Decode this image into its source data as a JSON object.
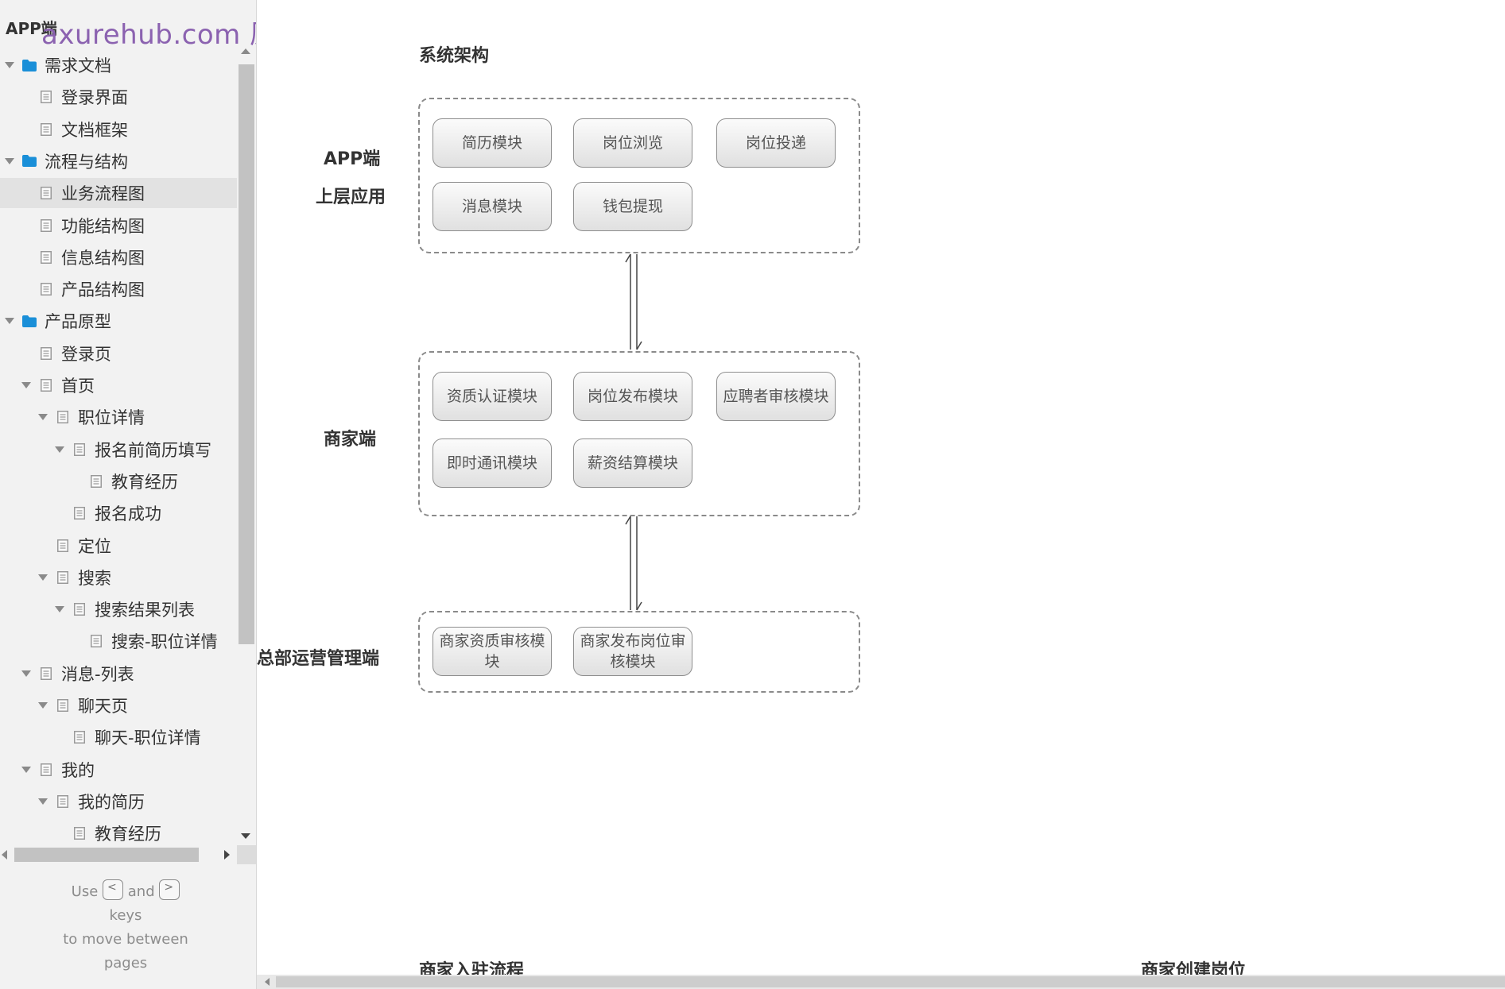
{
  "sidebar": {
    "app_title": "APP端",
    "watermark": "axurehub.com 原型资源站",
    "items": [
      {
        "label": "需求文档",
        "icon": "folder-icon",
        "expanded": true
      },
      {
        "label": "登录界面",
        "icon": "page-icon"
      },
      {
        "label": "文档框架",
        "icon": "page-icon"
      },
      {
        "label": "流程与结构",
        "icon": "folder-icon",
        "expanded": true
      },
      {
        "label": "业务流程图",
        "icon": "page-icon",
        "selected": true
      },
      {
        "label": "功能结构图",
        "icon": "page-icon"
      },
      {
        "label": "信息结构图",
        "icon": "page-icon"
      },
      {
        "label": "产品结构图",
        "icon": "page-icon"
      },
      {
        "label": "产品原型",
        "icon": "folder-icon",
        "expanded": true
      },
      {
        "label": "登录页",
        "icon": "page-icon"
      },
      {
        "label": "首页",
        "icon": "page-icon",
        "expanded": true
      },
      {
        "label": "职位详情",
        "icon": "page-icon",
        "expanded": true
      },
      {
        "label": "报名前简历填写",
        "icon": "page-icon",
        "expanded": true
      },
      {
        "label": "教育经历",
        "icon": "page-icon"
      },
      {
        "label": "报名成功",
        "icon": "page-icon"
      },
      {
        "label": "定位",
        "icon": "page-icon"
      },
      {
        "label": "搜索",
        "icon": "page-icon",
        "expanded": true
      },
      {
        "label": "搜索结果列表",
        "icon": "page-icon",
        "expanded": true
      },
      {
        "label": "搜索-职位详情",
        "icon": "page-icon"
      },
      {
        "label": "消息-列表",
        "icon": "page-icon",
        "expanded": true
      },
      {
        "label": "聊天页",
        "icon": "page-icon",
        "expanded": true
      },
      {
        "label": "聊天-职位详情",
        "icon": "page-icon"
      },
      {
        "label": "我的",
        "icon": "page-icon",
        "expanded": true
      },
      {
        "label": "我的简历",
        "icon": "page-icon",
        "expanded": true
      },
      {
        "label": "教育经历",
        "icon": "page-icon"
      }
    ],
    "hint": {
      "use": "Use",
      "and": "and",
      "keys": "keys",
      "line2": "to move between",
      "line3": "pages",
      "prev_key": "<",
      "next_key": ">"
    }
  },
  "diagram": {
    "title": "系统架构",
    "layers": [
      {
        "labels": [
          "APP端",
          "上层应用"
        ],
        "modules": [
          "简历模块",
          "岗位浏览",
          "岗位投递",
          "消息模块",
          "钱包提现"
        ]
      },
      {
        "labels": [
          "商家端"
        ],
        "modules": [
          "资质认证模块",
          "岗位发布模块",
          "应聘者审核模块",
          "即时通讯模块",
          "薪资结算模块"
        ]
      },
      {
        "labels": [
          "总部运营管理端"
        ],
        "modules": [
          "商家资质审核模块",
          "商家发布岗位审核模块"
        ]
      }
    ],
    "bottom_titles": [
      "商家入驻流程",
      "商家创建岗位"
    ]
  },
  "colors": {
    "sidebar_bg": "#f2f2f2",
    "selected_bg": "#e2e2e2",
    "folder_icon": "#1a8fd8",
    "watermark": "#8b62b0",
    "dashed_border": "#8a8a8a"
  }
}
